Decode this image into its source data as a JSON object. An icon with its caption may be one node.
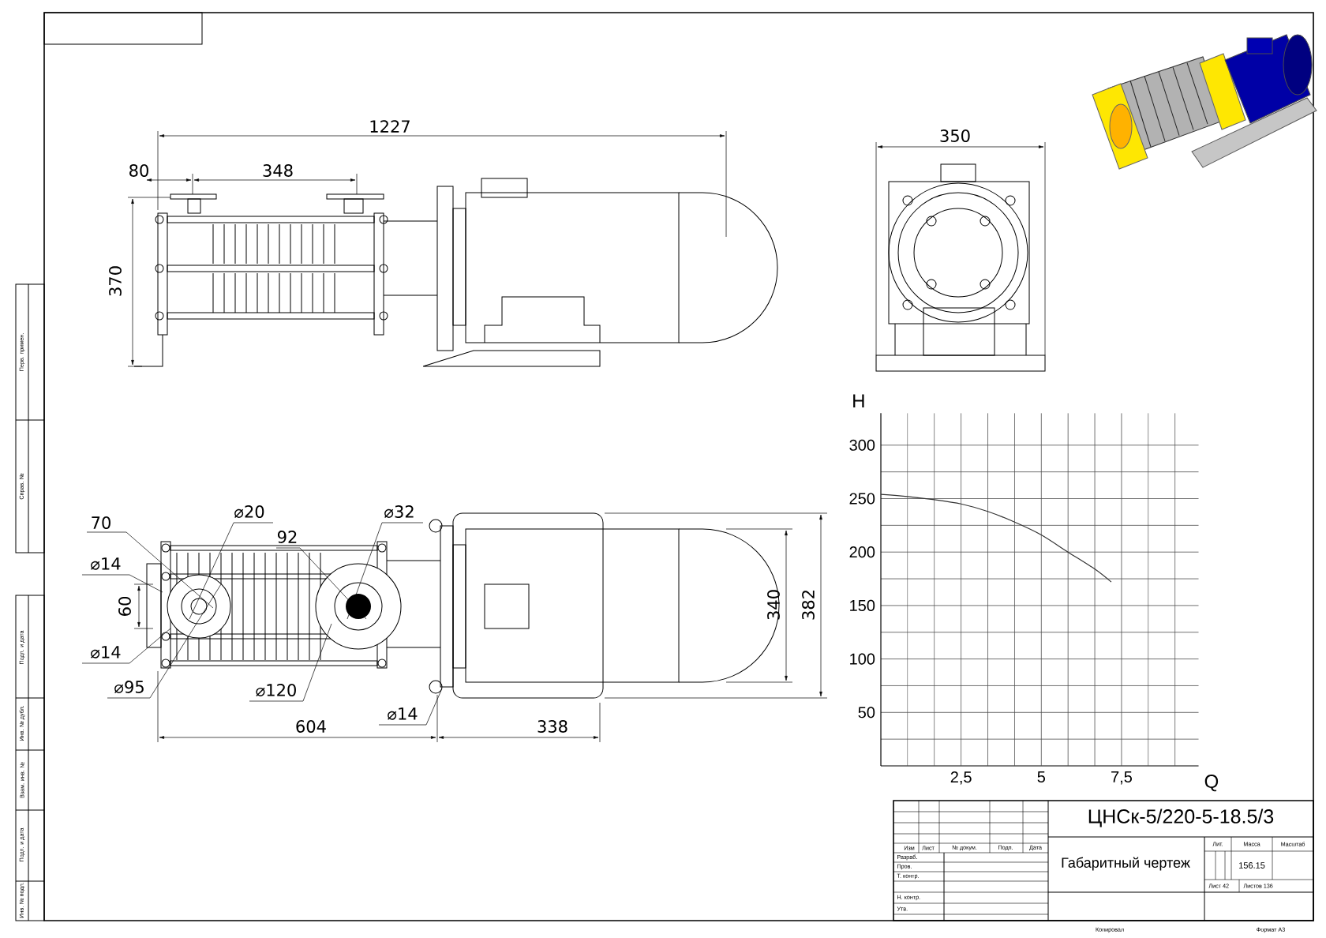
{
  "diagram": {
    "labels": [
      "1227",
      "80",
      "348",
      "370",
      "350",
      "⌀20",
      "⌀32",
      "70",
      "92",
      "⌀14",
      "60",
      "340",
      "382",
      "⌀14",
      "⌀95",
      "⌀120",
      "⌀14",
      "604",
      "338",
      "ЦНСк-5/220-5-18.5/3",
      "Изм",
      "Лист",
      "№ докум.",
      "Подп.",
      "Дата",
      "Разраб.",
      "Пров.",
      "Т. контр.",
      "Н. контр.",
      "Утв.",
      "Габаритный чертеж",
      "Лит.",
      "Масса",
      "Масштаб",
      "156.15",
      "Лист 42",
      "Листов 136",
      "Копировал",
      "Формат A3",
      "Перв. примен.",
      "Справ. №",
      "Подп. и дата",
      "Инв. № дубл.",
      "Взам. инв. №",
      "Подп. и дата",
      "Инв. № подл."
    ],
    "chart_data": {
      "type": "line",
      "xlabel": "Q",
      "ylabel": "H",
      "x": [
        0,
        0.83,
        1.67,
        2.5,
        3.33,
        4.17,
        5,
        5.83,
        6.67,
        7.18
      ],
      "series": [
        {
          "color": "#333333",
          "values": [
            254,
            252,
            249,
            245,
            238,
            228,
            216,
            200,
            184,
            172
          ]
        }
      ],
      "xlim": [
        0,
        9.9
      ],
      "ylim": [
        0,
        330
      ],
      "xticks": [
        {
          "value": 2.5,
          "label": "2,5"
        },
        {
          "value": 5,
          "label": "5"
        },
        {
          "value": 7.5,
          "label": "7,5"
        }
      ],
      "yticks": [
        50,
        100,
        150,
        200,
        250,
        300
      ],
      "grid": true
    }
  }
}
